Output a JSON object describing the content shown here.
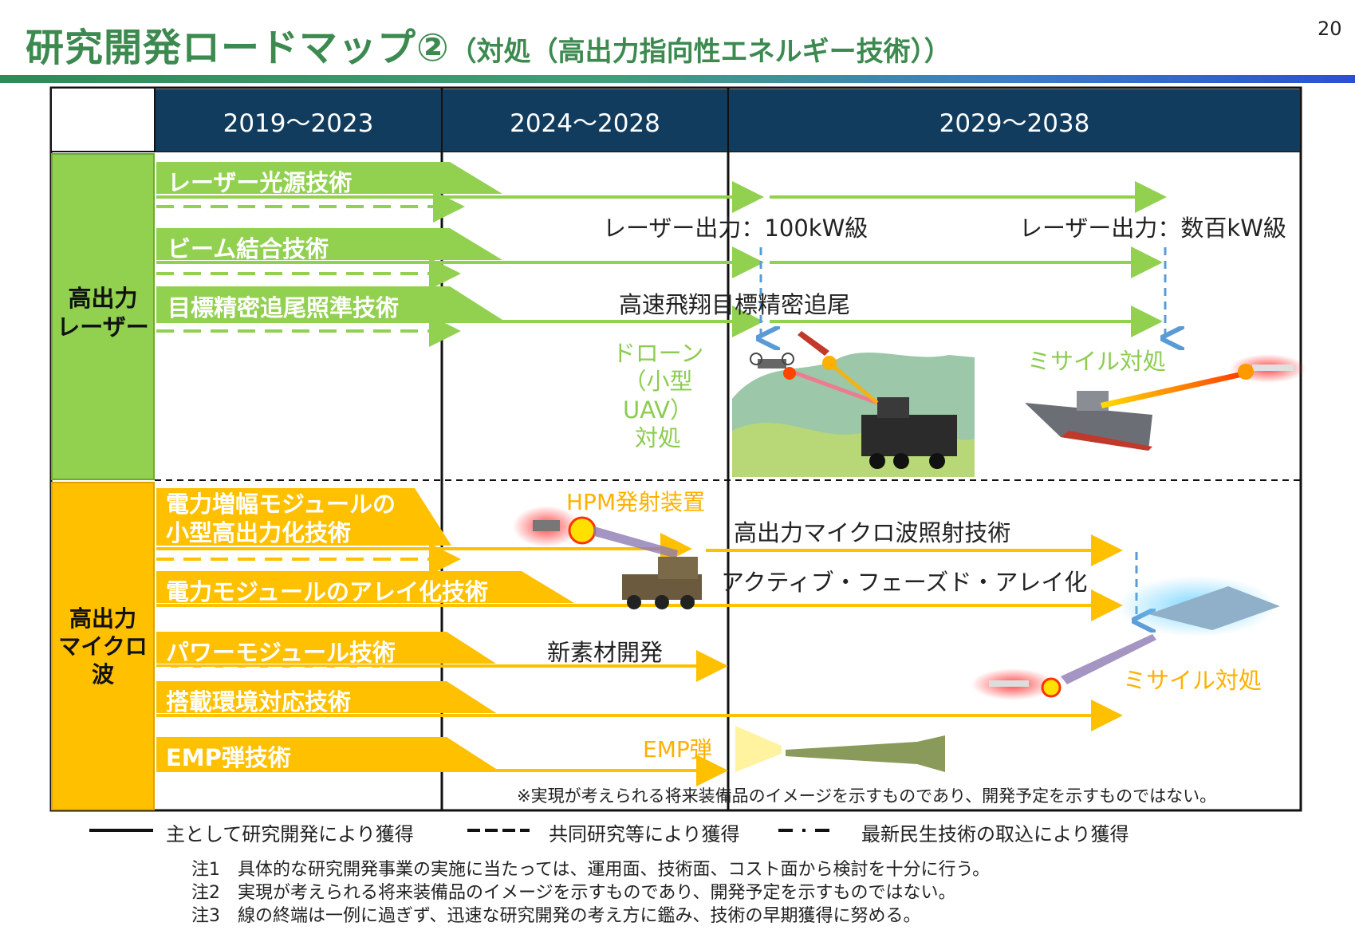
{
  "header": {
    "title": "研究開発ロードマップ②",
    "subtitle": "（対処（高出力指向性エネルギー技術））",
    "page_number": "20"
  },
  "periods": [
    "2019～2023",
    "2024～2028",
    "2029～2038"
  ],
  "categories": {
    "laser": "高出力\nレーザー",
    "microwave": "高出力\nマイクロ波"
  },
  "laser": {
    "techs": [
      "レーザー光源技術",
      "ビーム結合技術",
      "目標精密追尾照準技術"
    ],
    "output_100": "レーザー出力：100kW級",
    "output_hundreds": "レーザー出力：数百kW級",
    "tracking": "高速飛翔目標精密追尾",
    "drone": "ドローン\n（小型UAV）\n対処",
    "missile": "ミサイル対処"
  },
  "microwave": {
    "techs": [
      "電力増幅モジュールの\n小型高出力化技術",
      "電力モジュールのアレイ化技術",
      "パワーモジュール技術",
      "搭載環境対応技術",
      "EMP弾技術"
    ],
    "hpm": "HPM発射装置",
    "irradiation": "高出力マイクロ波照射技術",
    "aesa": "アクティブ・フェーズド・アレイ化",
    "new_material": "新素材開発",
    "missile": "ミサイル対処",
    "emp": "EMP弾"
  },
  "image_note": "※実現が考えられる将来装備品のイメージを示すものであり、開発予定を示すものではない。",
  "legend": [
    "主として研究開発により獲得",
    "共同研究等により獲得",
    "最新民生技術の取込により獲得"
  ],
  "notes": [
    "注1　具体的な研究開発事業の実施に当たっては、運用面、技術面、コスト面から検討を十分に行う。",
    "注2　実現が考えられる将来装備品のイメージを示すものであり、開発予定を示すものではない。",
    "注3　線の終端は一例に過ぎず、迅速な研究開発の考え方に鑑み、技術の早期獲得に努める。"
  ],
  "colors": {
    "title": "#3c8a4f",
    "header_bg": "#123c5e",
    "laser": "#92d050",
    "microwave": "#ffc000",
    "dashed_blue": "#5b9bd5"
  }
}
